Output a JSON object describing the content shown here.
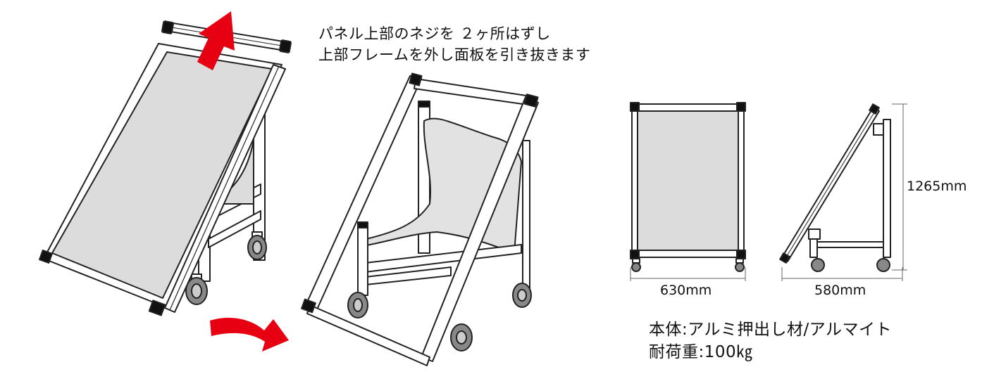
{
  "instructions": {
    "line1": "パネル上部のネジを ２ヶ所はずし",
    "line2": "上部フレームを外し面板を引き抜きます"
  },
  "dimensions": {
    "width": "630mm",
    "depth": "580mm",
    "height": "1265mm"
  },
  "specs": {
    "material": "本体:アルミ押出し材/アルマイト",
    "load": "耐荷重:100㎏"
  },
  "colors": {
    "arrow": "#e60012",
    "panel": "#dcdcdc",
    "frame": "#ffffff",
    "cap": "#111111"
  }
}
